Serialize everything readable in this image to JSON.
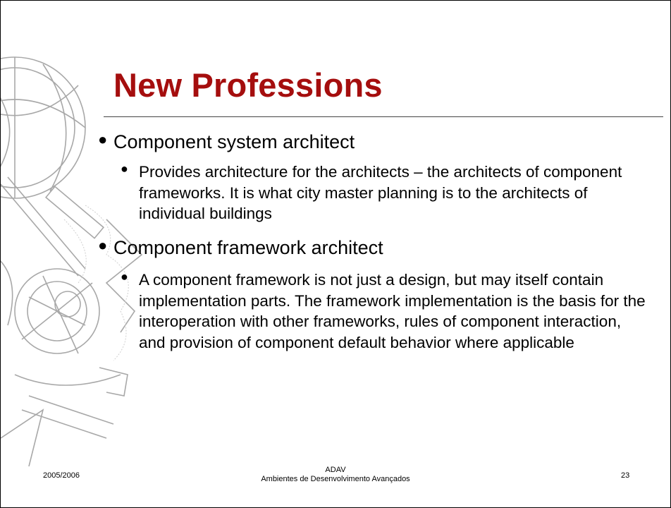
{
  "slide": {
    "title": "New Professions",
    "bullets": [
      {
        "text": "Component system architect",
        "sub": "Provides architecture for the architects – the architects of component frameworks. It is what city master planning is to the architects of individual buildings"
      },
      {
        "text": "Component framework architect",
        "sub": "A component framework is not just a design, but may itself contain implementation parts. The framework implementation is the basis for the interoperation with other frameworks, rules of component interaction, and provision of component default behavior where applicable"
      }
    ]
  },
  "footer": {
    "date": "2005/2006",
    "course_code": "ADAV",
    "course_name": "Ambientes de Desenvolvimento Avançados",
    "page_number": "23"
  },
  "colors": {
    "title": "#a50e0e",
    "text": "#000000",
    "decoration": "#b0b0b0"
  },
  "icons": {
    "decoration": "armillary-sphere-icon",
    "bullet": "bullet-dot-icon"
  }
}
